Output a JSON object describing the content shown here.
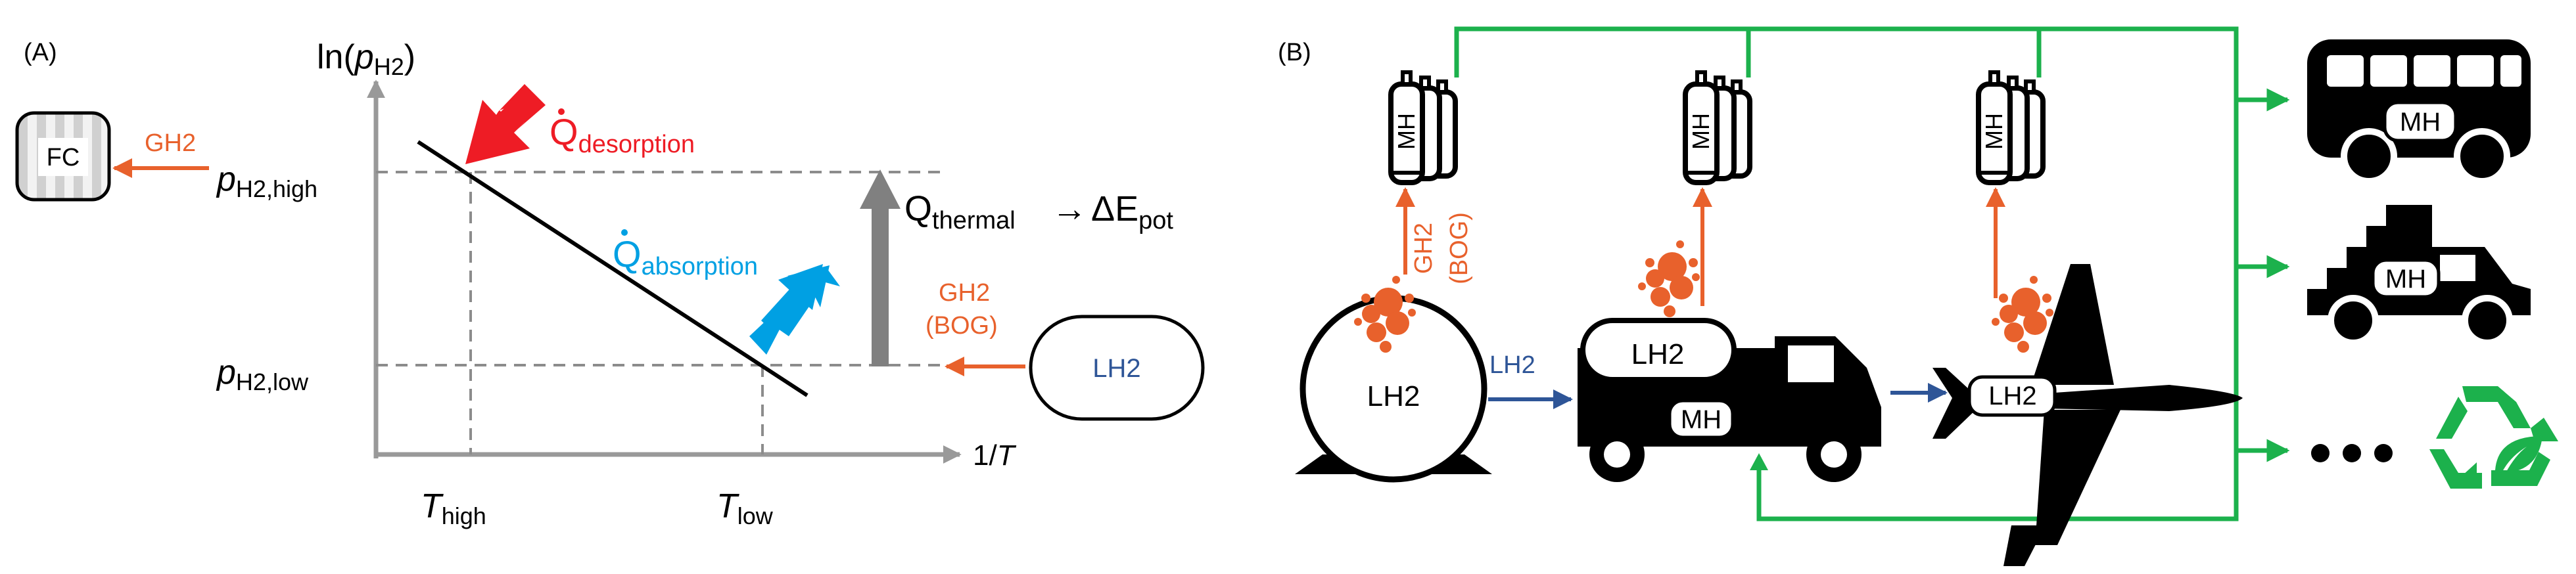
{
  "colors": {
    "orange": "#e8612c",
    "red": "#ee1c25",
    "cyan": "#00a0e3",
    "blue": "#2e5597",
    "green": "#1cb14c",
    "gray": "#808080",
    "dashed": "#8c8c8c",
    "black": "#000000"
  },
  "panelA": {
    "label": "(A)",
    "y_axis_prefix": "ln(",
    "y_axis_var": "p",
    "y_axis_sub": "H2",
    "y_axis_suffix": ")",
    "x_axis_prefix": "1/",
    "x_axis_var": "T",
    "p_high_var": "p",
    "p_high_sub": "H2,high",
    "p_low_var": "p",
    "p_low_sub": "H2,low",
    "t_high_var": "T",
    "t_high_sub": "high",
    "t_low_var": "T",
    "t_low_sub": "low",
    "q_desorption_var": "Q",
    "q_desorption_sub": "desorption",
    "q_absorption_var": "Q",
    "q_absorption_sub": "absorption",
    "q_thermal_var": "Q",
    "q_thermal_sub": "thermal",
    "arrow_symbol": "→",
    "delta_e": "ΔE",
    "delta_e_sub": "pot",
    "gh2_fc": "GH2",
    "fc_label": "FC",
    "gh2_bog_line1": "GH2",
    "gh2_bog_line2": "(BOG)",
    "lh2_label": "LH2"
  },
  "panelB": {
    "label": "(B)",
    "mh_label": "MH",
    "gh2_bog_line1": "GH2",
    "gh2_bog_line2": "(BOG)",
    "tank_label": "LH2",
    "lh2_arrow_label": "LH2",
    "truck_tank_label": "LH2",
    "truck_mh_label": "MH",
    "plane_tank_label": "LH2",
    "bus_mh_label": "MH",
    "tipper_mh_label": "MH",
    "ellipsis": "•••"
  }
}
